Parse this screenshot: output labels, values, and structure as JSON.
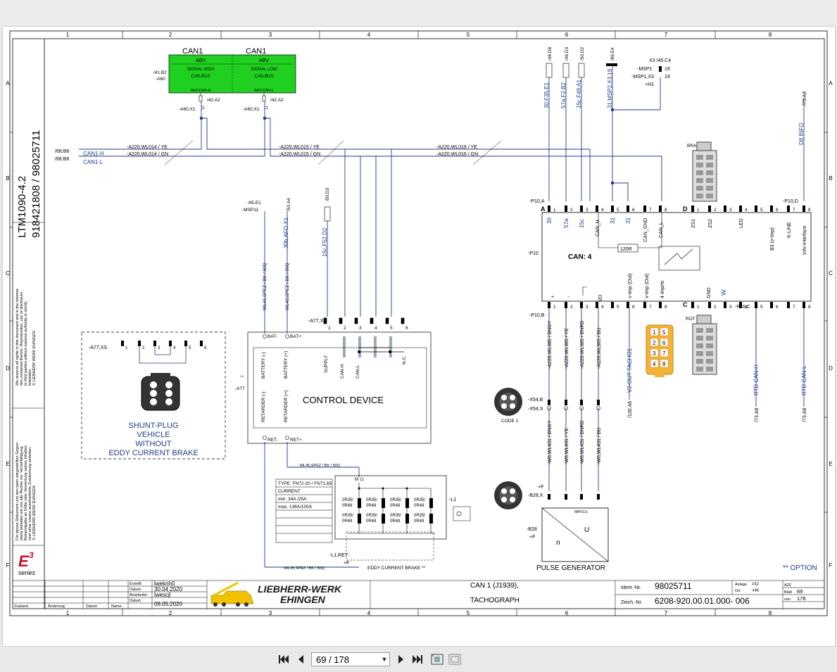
{
  "toolbar": {
    "page_display": "69 / 178",
    "first_icon": "first-page-icon",
    "prev_icon": "previous-page-icon",
    "next_icon": "next-page-icon",
    "last_icon": "last-page-icon",
    "fit_icon": "fit-page-icon",
    "view_icon": "single-page-view-icon"
  },
  "frame": {
    "cols": [
      "1",
      "2",
      "3",
      "4",
      "5",
      "6",
      "7",
      "8"
    ],
    "rows": [
      "A",
      "B",
      "C",
      "D",
      "E",
      "F"
    ]
  },
  "sidebar": {
    "model": "LTM1090-4.2",
    "numbers": "918421808  /  98025711",
    "copyright_en": [
      "We reserve all rights in this document and in the informa-",
      "tion contained therein. Reproduction, use or disclosure",
      "to third parties without express authority is strictly",
      "forbidden.",
      "© LIEBHERR WERK EHINGEN"
    ],
    "copyright_de": [
      "Für dieses Dokument und den darin dargestellten Gegen-",
      "stand behalten wir uns alle Rechte vor. Vervielfältigung,",
      "Bekanntgabe an Dritte oder Verwertung seines Inhaltes",
      "sind ohne unsere ausdrückliche Zustimmung verboten.",
      "© LIEBHERR WERK EHINGEN"
    ],
    "logo": "E",
    "logo_sup": "3",
    "series": "series"
  },
  "schematic": {
    "can1": "CAN1",
    "abv": "ABV",
    "signal_high": "SIGNAL HIGH",
    "signal_low": "SIGNAL LOW",
    "can_bus": "CAN-BUS",
    "a60_can_h": "A60:CAN-H",
    "a60_can_l": "A60:CAN-L",
    "ref_41b2": "/41.B2",
    "a60": "-A60",
    "a60x1": "-A60,X1",
    "ref_42a2": "/42.A2",
    "ref_68b8": "/68.B8",
    "can1h": "CAN1-H",
    "can1l": "CAN1-L",
    "w14ye": "-A220,WL014 / YE",
    "w14gn": "-A220,WL014 / GN",
    "w15ye": "-A220,WL015 / YE",
    "w15gn": "-A220,WL015 / GN",
    "w16ye": "-A220,WL016 / YE",
    "w16gn": "-A220,WL016 / GN",
    "msp11": "-MSP11",
    "ref_45e1": "/45.E1",
    "ref_53a4": "/53.A4",
    "ref_50d3": "/50.D3",
    "w41": "-WL41,SPEZ / BK / 50Q",
    "w42": "-WL42,SPEZ / BK / 50Q",
    "afo": "30b,AFO.X1",
    "f52": "15c,F52.D2",
    "a77x": "-A77,X",
    "a77xs": "-A77,XS",
    "a77": "-A77",
    "bat_minus": "BAT-",
    "bat_plus": "BAT+",
    "battery_minus": "BATTERY (-)",
    "battery_plus": "BATTERY (+)",
    "supply": "SUPPLY",
    "canh": "CAN-H",
    "canl": "CAN-L",
    "nc": "N.C.",
    "control_device": "CONTROL DEVICE",
    "retarder_minus": "RETARDER (-)",
    "retarder_plus": "RETARDER (+)",
    "ret_minus": "RET-",
    "ret_plus": "RET+",
    "shunt": [
      "SHUNT-PLUG",
      "VEHICLE",
      "WITHOUT",
      "EDDY CURRENT BRAKE"
    ],
    "type_table": [
      "TYPE: FN72-20 / FN71,65",
      "CURRENT",
      "min. 34A /25A",
      "max. 136A/100A"
    ],
    "w45": "-WL45,SPEZ / BK / 50Q",
    "l1": "-L1",
    "l1ret": "-L1,RET-",
    "f_label": "+F",
    "eddy": "EDDY CURRENT BRAKE **",
    "or_a": "0R35/",
    "or_b": "0R48",
    "ref_48d8": "/48.D8",
    "ref_46d3": "/46.D3",
    "ref_50d2": "/50.D2",
    "ref_86e4": "/86.E4",
    "f35": "30.F35.E1",
    "f2": "57a.F2.B2",
    "f49": "15c.F49.A1",
    "msp2": "31.MSP2.X3.19",
    "x3": "X3 /45.C4",
    "msp1": "-MSP1",
    "msp1x3": "-MSP1,X3",
    "h1": "+H1",
    "n19": "19",
    "ref_73a8": "/73.A8",
    "d8info": "D8 INFO",
    "braun": "BRAUN",
    "rot": "ROT",
    "p10a": "-P10,A",
    "p10d": "-P10,D",
    "p10": "-P10",
    "p10b": "-P10,B",
    "p10c": "-P10,C",
    "a_pins": [
      "30",
      "57a",
      "15c",
      "CAN_H",
      "31",
      "31",
      "CAN_GND",
      "CAN_L"
    ],
    "d_pins": [
      "ZS1",
      "ZS2",
      "",
      "LED",
      "",
      "B3 (v-Imp)",
      "K-LINE",
      "Info-Interface"
    ],
    "can4": "CAN: 4",
    "r120": "120R",
    "b_pins": [
      "I/O",
      "v-Imp (Out)",
      "v-Imp (Out)",
      "4 Imp/m"
    ],
    "gnd": "GND",
    "w": "W",
    "w385": [
      "-A220,WL385 / BNGY",
      "-A220,WL385 / YE",
      "-A220,WL385 / BNRD",
      "-A220,WL385 / BU"
    ],
    "v2tacho": "V2-OUT TACHO1",
    "ref_130a6": "/130.A6",
    "rtd_h": "RTD CAN-H",
    "rtd_l": "RTD CAN-L",
    "x54b": "-X54,B",
    "x54s": "-X54,S",
    "code1": "CODE 1",
    "w431": [
      "-W6,WL431 / BNGY",
      "-W6,WL431 / YE",
      "-W6,WL431 / BNRD",
      "-W6,WL431 / BU"
    ],
    "b28x": "-B28,X",
    "b28": "-B28",
    "impuls": "IMPULS",
    "pulse_gen": "PULSE GENERATOR",
    "n": "n",
    "u": "U",
    "option": "** OPTION",
    "star2": "**"
  },
  "titleblock": {
    "erstellt": "Erstellt",
    "datum": "Datum",
    "bearbeiter": "Bearbeiter",
    "erst_val": "lweknh0",
    "date1": "30.04.2020",
    "bear_val": "lwescjl",
    "date2": "06.05.2020",
    "zustand": "Zustand",
    "aenderung": "Änderung",
    "datum2": "Datum",
    "name": "Name",
    "company": [
      "LIEBHERR-WERK",
      "EHINGEN"
    ],
    "title1": "CAN 1 (J1939),",
    "title2": "TACHOGRAPH",
    "ident_lbl": "Ident.-Nr.",
    "ident_val": "98025711",
    "zeich_lbl": "Zeich.-Nr.",
    "zeich_val": "6208-920.00.01.000- 006",
    "anlage": "Anlage",
    "anlage_val": "=U",
    "ort": "Ort",
    "ort_val": "+H",
    "azf": "AZF",
    "blatt": "Blatt",
    "blatt_val": "69",
    "von": "von",
    "von_val": "178"
  }
}
